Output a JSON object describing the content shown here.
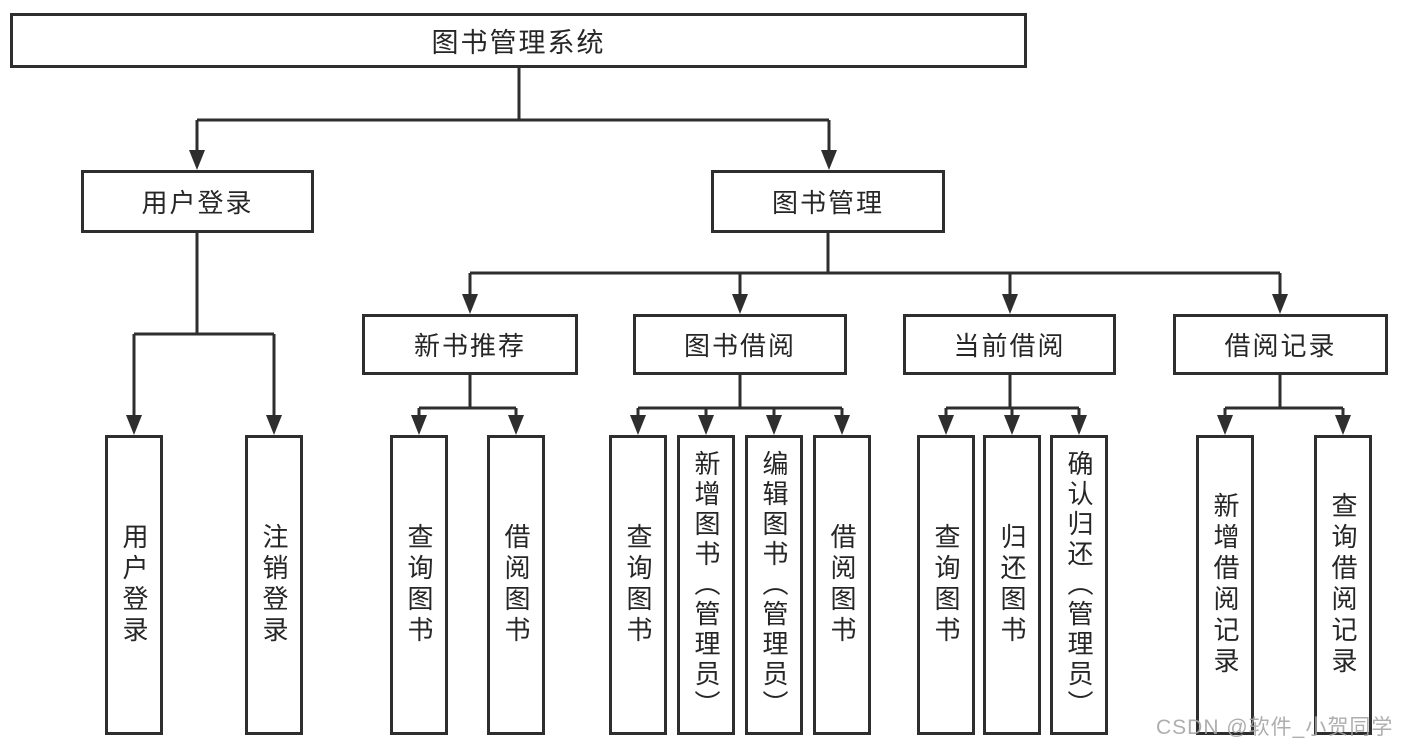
{
  "tree": {
    "root": {
      "label": "图书管理系统"
    },
    "branches": [
      {
        "label": "用户登录",
        "children": [
          {
            "label": "用户登录"
          },
          {
            "label": "注销登录"
          }
        ]
      },
      {
        "label": "图书管理",
        "sections": [
          {
            "label": "新书推荐",
            "children": [
              {
                "label": "查询图书"
              },
              {
                "label": "借阅图书"
              }
            ]
          },
          {
            "label": "图书借阅",
            "children": [
              {
                "label": "查询图书"
              },
              {
                "label": "新增图书（管理员）"
              },
              {
                "label": "编辑图书（管理员）"
              },
              {
                "label": "借阅图书"
              }
            ]
          },
          {
            "label": "当前借阅",
            "children": [
              {
                "label": "查询图书"
              },
              {
                "label": "归还图书"
              },
              {
                "label": "确认归还（管理员）"
              }
            ]
          },
          {
            "label": "借阅记录",
            "children": [
              {
                "label": "新增借阅记录"
              },
              {
                "label": "查询借阅记录"
              }
            ]
          }
        ]
      }
    ]
  },
  "watermark": "CSDN @软件_小贺同学",
  "colors": {
    "line": "#2e2e2e",
    "text": "#262626",
    "background": "#ffffff",
    "watermark": "#a6a6a6"
  }
}
